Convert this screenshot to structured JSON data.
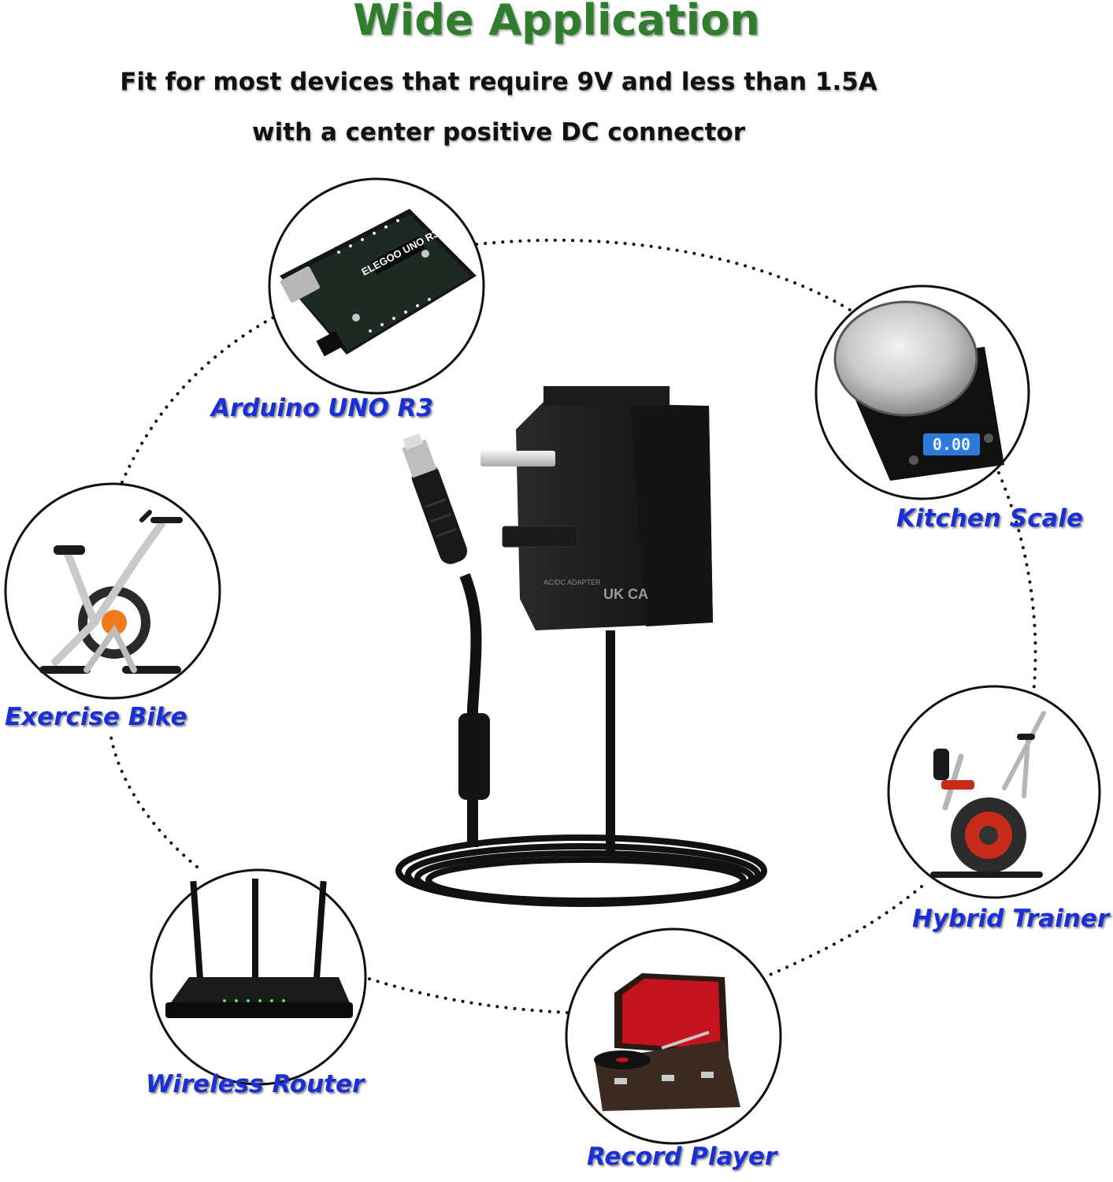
{
  "header": {
    "title": "Wide Application",
    "subtitle_line1": "Fit for most devices that require 9V and less than 1.5A",
    "subtitle_line2": "with a center positive DC connector"
  },
  "devices": {
    "arduino": {
      "label": "Arduino UNO R3",
      "board_text": "ELEGOO UNO R3"
    },
    "kitchen_scale": {
      "label": "Kitchen Scale",
      "display_text": "0.00"
    },
    "exercise_bike": {
      "label": "Exercise Bike"
    },
    "hybrid_trainer": {
      "label": "Hybrid Trainer"
    },
    "wireless_router": {
      "label": "Wireless Router"
    },
    "record_player": {
      "label": "Record Player"
    }
  },
  "adapter": {
    "marking_line1": "AC/DC ADAPTER",
    "marking_line2": "UK CA"
  },
  "colors": {
    "title_green": "#2f7d2d",
    "label_blue": "#1a2fd6",
    "adapter_black": "#1b1b1b"
  }
}
